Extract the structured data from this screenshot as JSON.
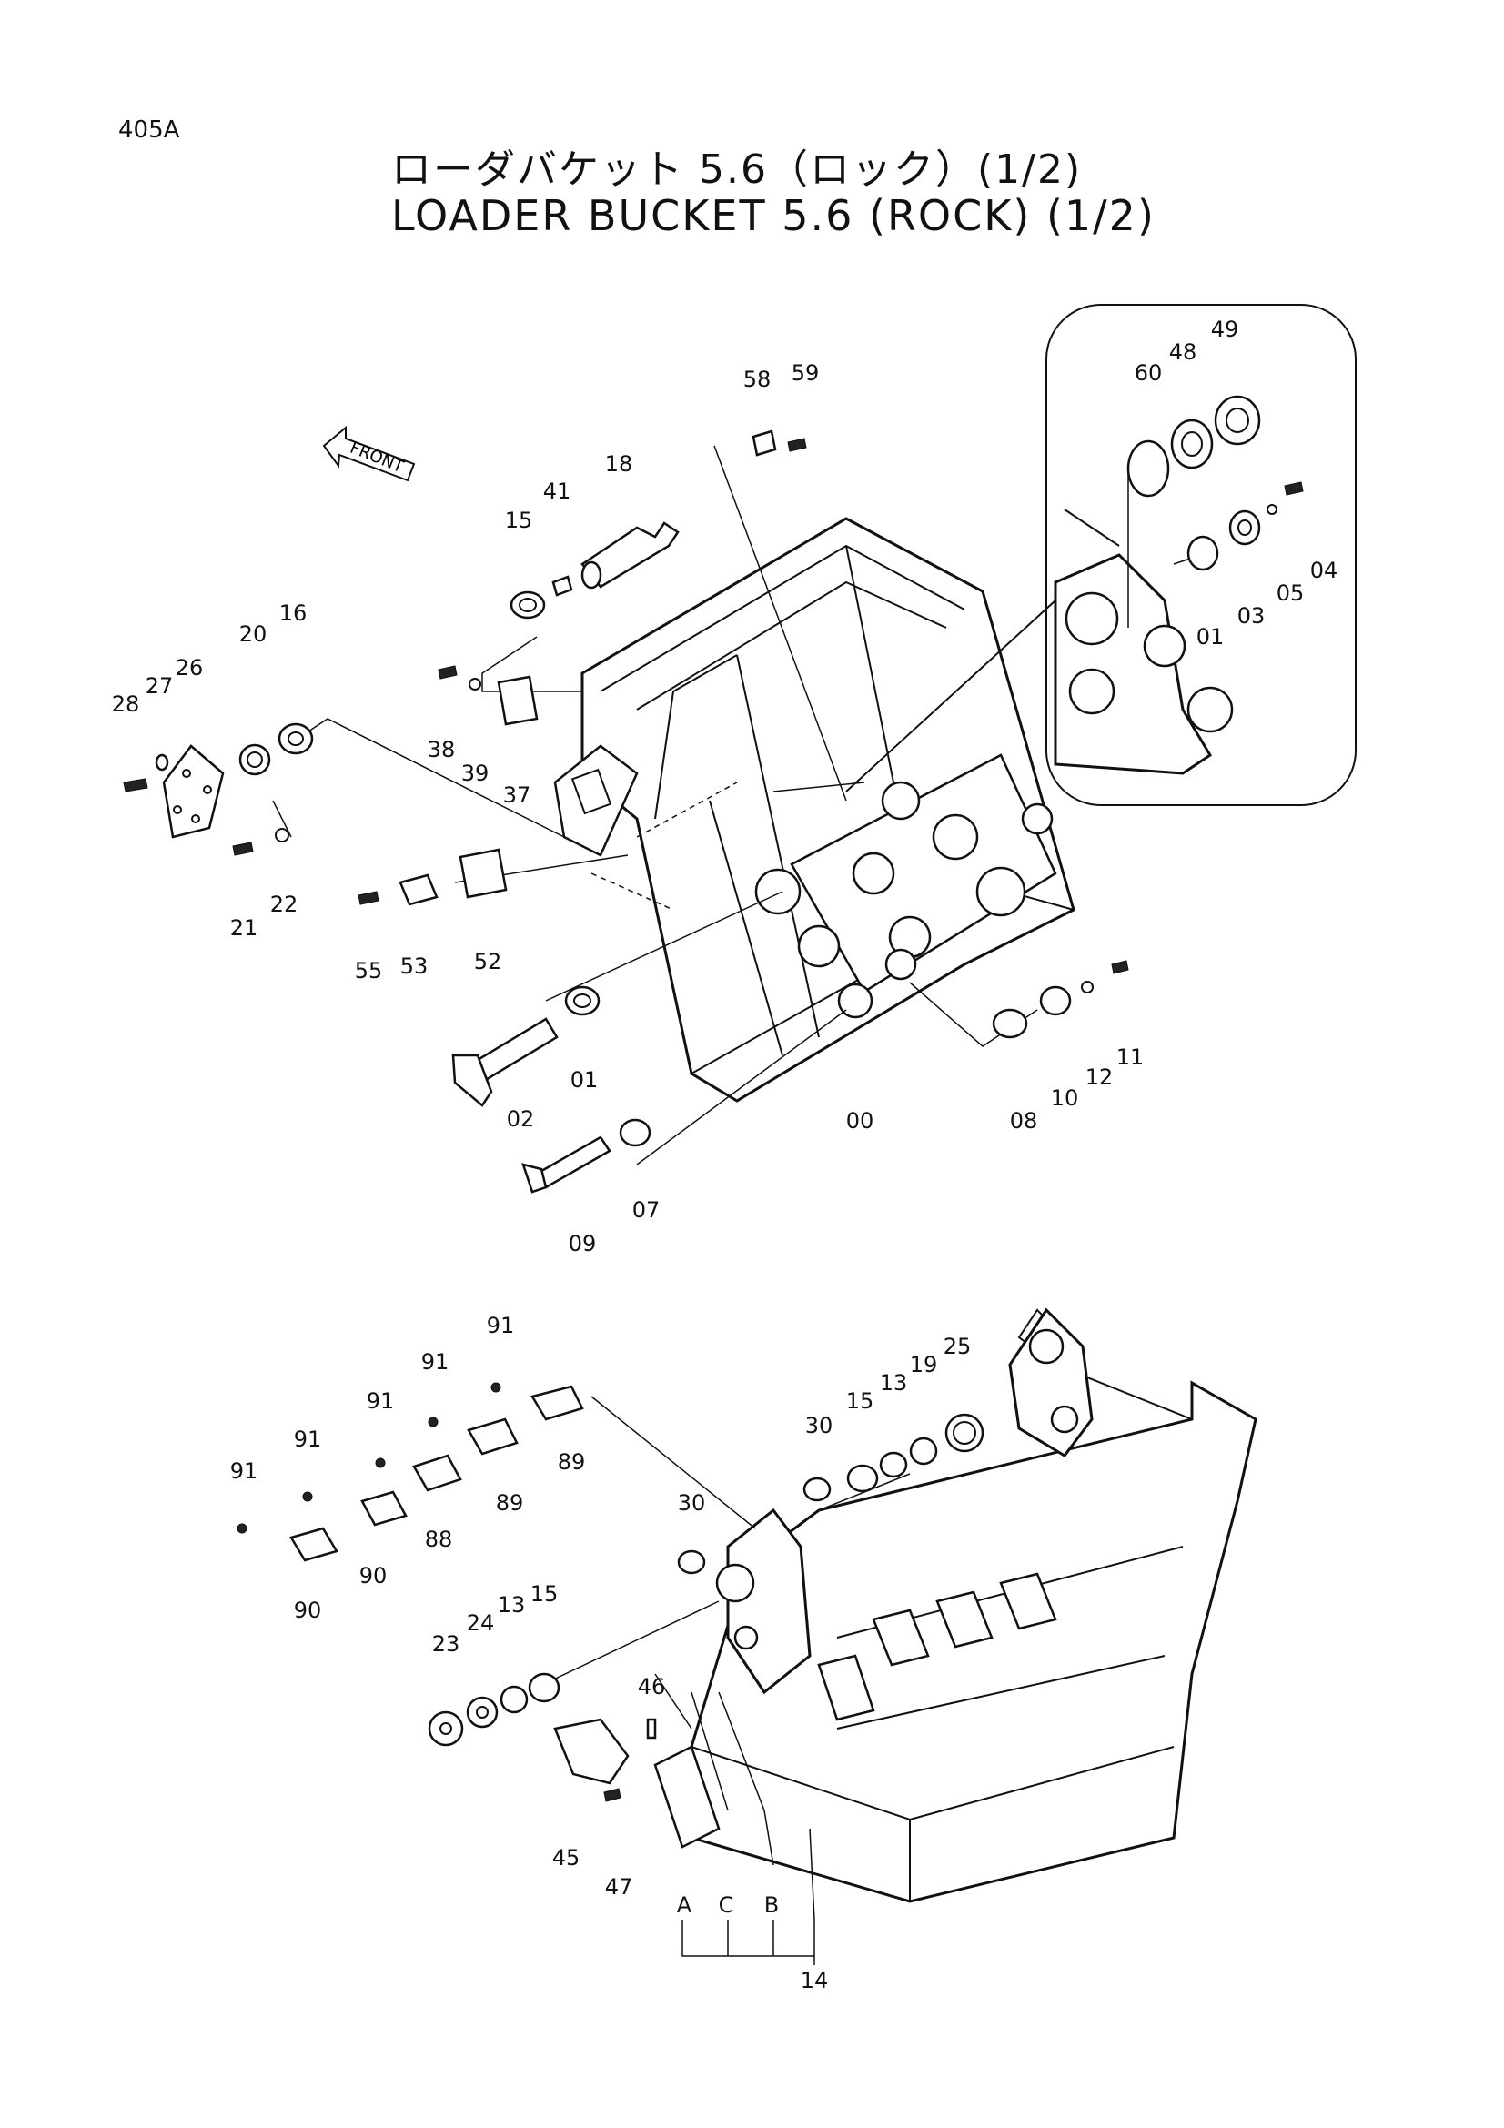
{
  "header": {
    "page_id": "405A",
    "title_jp": "ローダバケット 5.6（ロック）(1/2)",
    "title_en": "LOADER BUCKET 5.6 (ROCK) (1/2)"
  },
  "front_arrow": {
    "label": "FRONT"
  },
  "upper_assembly": {
    "part_numbers": [
      "58",
      "59",
      "18",
      "41",
      "15",
      "16",
      "20",
      "27",
      "26",
      "28",
      "38",
      "39",
      "37",
      "21",
      "22",
      "55",
      "53",
      "52",
      "01",
      "02",
      "00",
      "09",
      "07",
      "08",
      "10",
      "12",
      "11"
    ]
  },
  "detail_inset": {
    "part_numbers": [
      "60",
      "48",
      "49",
      "04",
      "05",
      "03",
      "01"
    ]
  },
  "lower_assembly": {
    "part_numbers": [
      "91",
      "91",
      "91",
      "91",
      "91",
      "89",
      "89",
      "88",
      "90",
      "90",
      "30",
      "30",
      "15",
      "13",
      "19",
      "25",
      "23",
      "24",
      "13",
      "15",
      "46",
      "45",
      "47",
      "A",
      "C",
      "B",
      "14"
    ]
  }
}
